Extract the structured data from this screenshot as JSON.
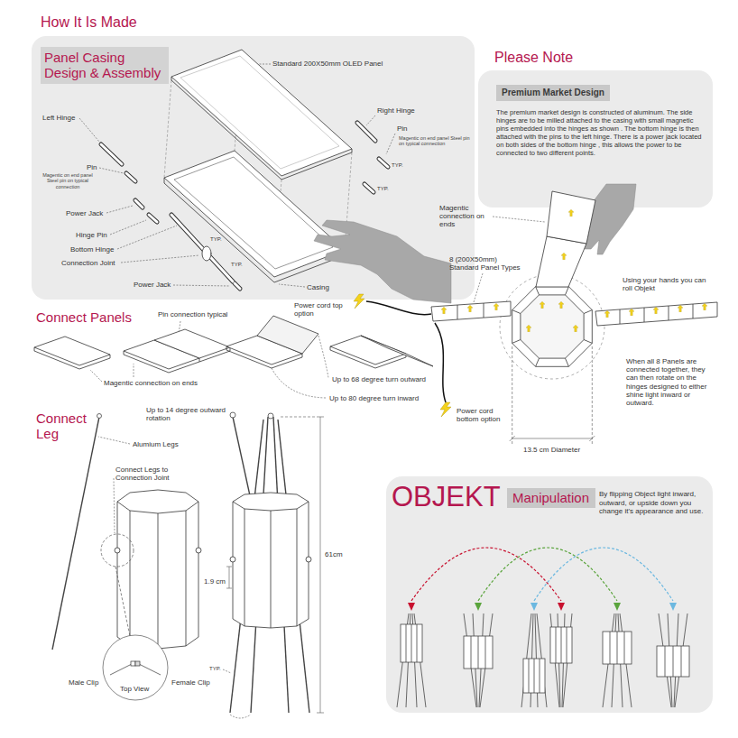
{
  "diagram": {
    "nodes": [
      {
        "text": [
          "How It Is Made"
        ]
      },
      {
        "text": [
          "Panel Casing Design & Assembly"
        ],
        "in": 0
      },
      {
        "text": [
          "Please Note",
          "The premium market design is constructed of aluminum. The side hinges are to be milled attached to the casing with small magnetic pins embedded into the hinges as shown . The bottom hinge is then attached with the pins to the left hinge. There is a power jack located on both sides of the bottom hinge , this allows the power to be connected to two different points."
        ]
      },
      {
        "text": [
          "Premium Market Design"
        ],
        "in": 2
      },
      {
        "text": [
          "OBJEKT",
          "By flipping Object light inward, outward, or upside down you change it's appearance and use."
        ]
      },
      {
        "text": [
          "Manipulation"
        ],
        "in": 4
      }
    ],
    "labels": [
      "Standard 200X50mm OLED Panel",
      "Left Hinge",
      "Right Hinge",
      "Pin",
      "Magentic on end panel Steel pin on typical connection",
      "Pin",
      "Magentic on end panel Steel pin on typical connection",
      "TYP.",
      "TYP.",
      "Power Jack",
      "Hinge Pin",
      "Bottom Hinge",
      "TYP.",
      "Connection Joint",
      "TYP.",
      "Power Jack",
      "Casing",
      "Magentic connection on ends",
      "8 (200X50mm) Standard Panel Types",
      "Using your hands you can roll Objekt",
      "Power cord top option",
      "Power cord bottom option",
      "When all 8 Panels are connected together, they can then rotate on the hinges designed to either shine light inward or outward.",
      "13.5 cm Diameter",
      "Connect Panels",
      "Pin connection typical",
      "Magentic connection on ends",
      "Up to 68 degree turn outward",
      "Up to 80 degree turn inward",
      "Connect Leg",
      "Alumium Legs",
      "Connect Legs to Connection Joint",
      "Male Clip",
      "Female Clip",
      "Top View",
      "Up to 14 degree outward rotation",
      "1.9 cm",
      "61cm",
      "TYP."
    ]
  }
}
